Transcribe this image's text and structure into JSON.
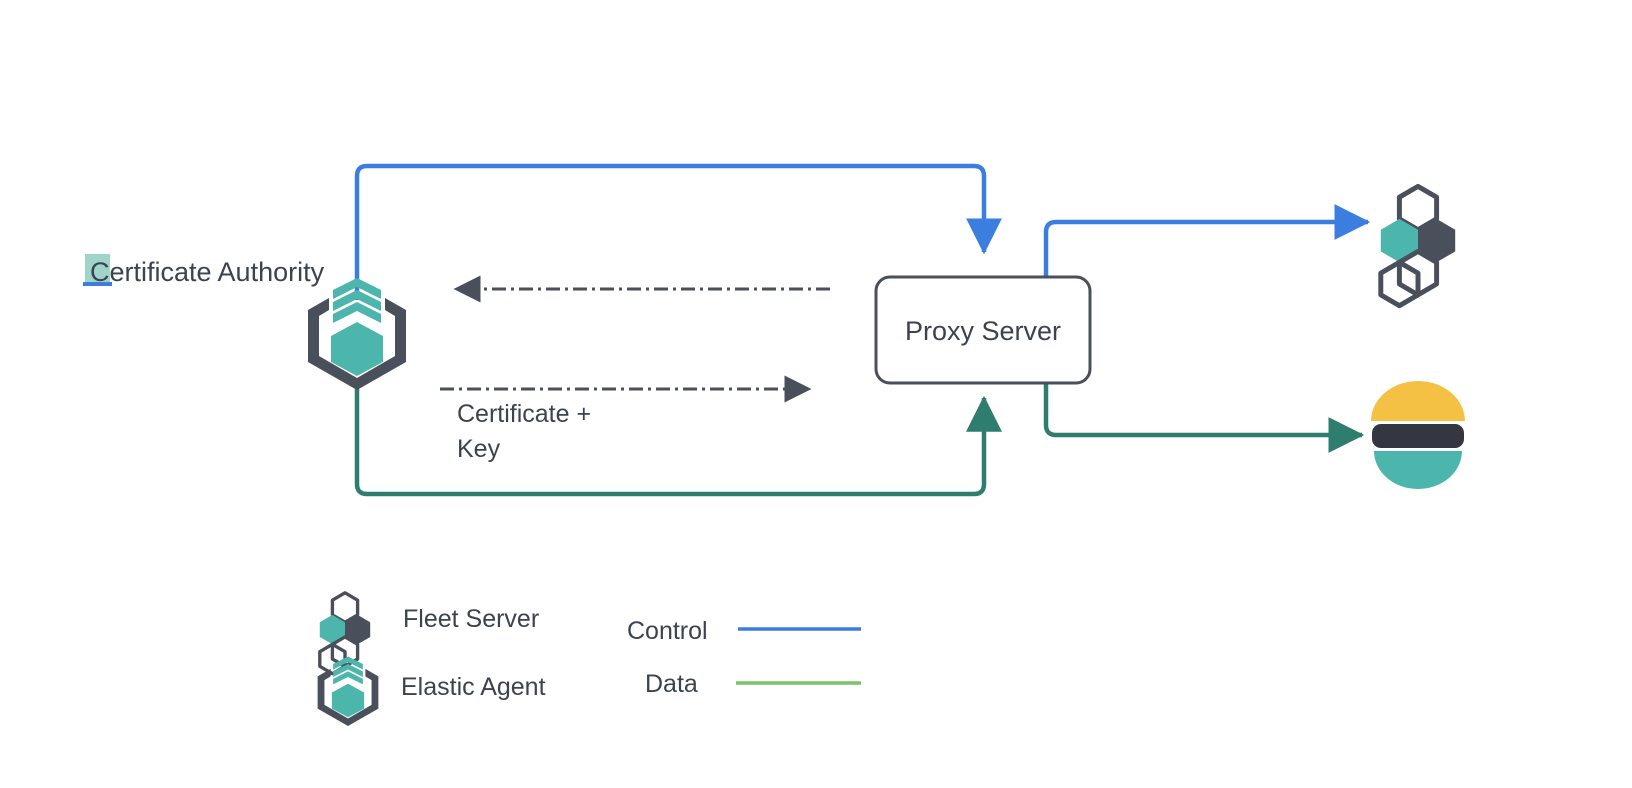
{
  "diagram": {
    "title": "Certificate Authority",
    "title_highlight_color": "#9fd4c8",
    "title_underline_color": "#3c7de0",
    "nodes": {
      "certificate_authority": {
        "label": "Certificate Authority",
        "icon": "elastic-agent-icon"
      },
      "proxy_server": {
        "label": "Proxy Server",
        "icon": "rounded-box",
        "border_color": "#4a4f5c",
        "fill_color": "#ffffff"
      },
      "fleet_server": {
        "label": "",
        "icon": "fleet-server-icon"
      },
      "elasticsearch": {
        "label": "",
        "icon": "elasticsearch-icon"
      }
    },
    "edges": [
      {
        "name": "agent-to-proxy-control",
        "from": "certificate_authority",
        "to": "proxy_server",
        "type": "control",
        "style": "solid",
        "color": "#3c7de0",
        "label": ""
      },
      {
        "name": "proxy-to-fleet-control",
        "from": "proxy_server",
        "to": "fleet_server",
        "type": "control",
        "style": "solid",
        "color": "#3c7de0",
        "label": ""
      },
      {
        "name": "agent-to-proxy-data",
        "from": "certificate_authority",
        "to": "proxy_server",
        "type": "data",
        "style": "solid",
        "color": "#2e7d6e",
        "label": ""
      },
      {
        "name": "proxy-to-elasticsearch-data",
        "from": "proxy_server",
        "to": "elasticsearch",
        "type": "data",
        "style": "solid",
        "color": "#2e7d6e",
        "label": ""
      },
      {
        "name": "proxy-to-ca-request",
        "from": "proxy_server",
        "to": "certificate_authority",
        "type": "certificate",
        "style": "dash-dot",
        "color": "#4a4f5c",
        "label": ""
      },
      {
        "name": "ca-to-proxy-certificate-key",
        "from": "certificate_authority",
        "to": "proxy_server",
        "type": "certificate",
        "style": "dash-dot",
        "color": "#4a4f5c",
        "label": "Certificate + Key",
        "label_line1": "Certificate +",
        "label_line2": "Key"
      }
    ],
    "legend": {
      "items": [
        {
          "name": "fleet-server",
          "label": "Fleet Server",
          "icon": "fleet-server-icon"
        },
        {
          "name": "elastic-agent",
          "label": "Elastic Agent",
          "icon": "elastic-agent-icon"
        }
      ],
      "lines": [
        {
          "name": "control",
          "label": "Control",
          "color": "#3c7de0"
        },
        {
          "name": "data",
          "label": "Data",
          "color": "#7ac36f"
        }
      ]
    },
    "colors": {
      "teal": "#4db6ac",
      "dark_gray": "#4a4f5c",
      "blue": "#3c7de0",
      "green": "#2e7d6e",
      "legend_green": "#7ac36f",
      "yellow": "#f5c council",
      "elasticsearch_yellow": "#f4c145",
      "elasticsearch_dark": "#343741",
      "elasticsearch_teal": "#4db6ac",
      "text": "#3c4350",
      "background": "#ffffff"
    }
  }
}
